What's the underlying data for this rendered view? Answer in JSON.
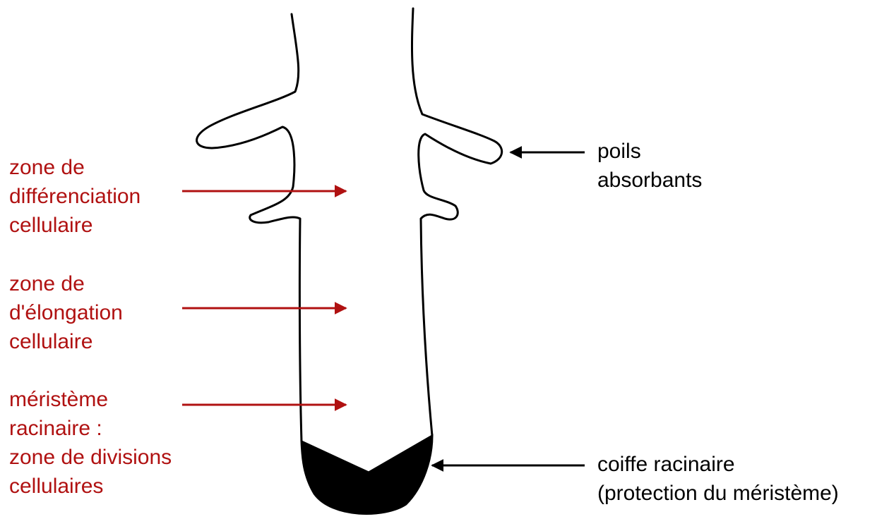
{
  "colors": {
    "zone": "#b01111",
    "outline": "#000000",
    "cap": "#000000"
  },
  "zones": [
    {
      "lines": [
        "zone de",
        "différenciation",
        "cellulaire"
      ]
    },
    {
      "lines": [
        "zone de",
        "d'élongation",
        "cellulaire"
      ]
    },
    {
      "lines": [
        "méristème",
        "racinaire :",
        "zone de divisions",
        "cellulaires"
      ]
    }
  ],
  "callouts": {
    "root_hairs": {
      "lines": [
        "poils",
        "absorbants"
      ]
    },
    "root_cap": {
      "lines": [
        "coiffe racinaire",
        "(protection du méristème)"
      ]
    }
  }
}
